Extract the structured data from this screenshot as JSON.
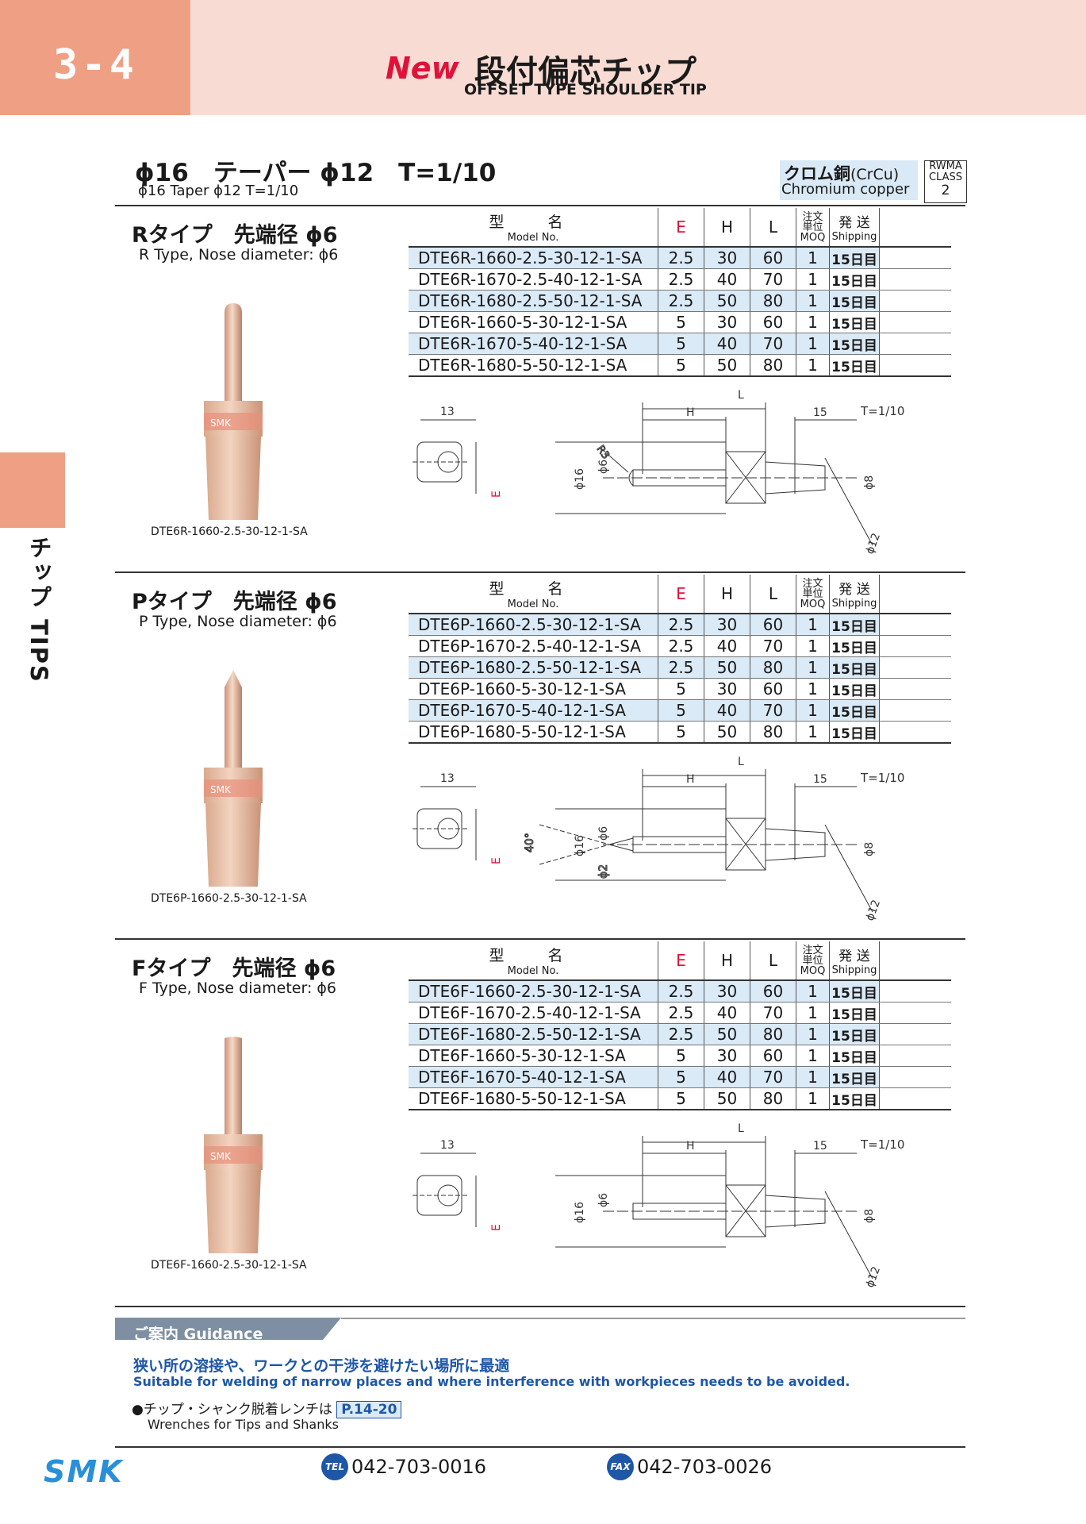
{
  "header": {
    "section_number": "3-4",
    "new_label": "New",
    "title_jp": "段付偏芯チップ",
    "title_en": "OFFSET TYPE SHOULDER TIP"
  },
  "side_tab": {
    "label": "チップ TIPS"
  },
  "spec": {
    "title_jp": "ϕ16　テーパー ϕ12　T=1/10",
    "title_en": "ϕ16 Taper ϕ12 T=1/10",
    "material_jp": "クロム銅",
    "material_symbol": "(CrCu)",
    "material_en": "Chromium copper",
    "rwma_line1": "RWMA",
    "rwma_line2": "CLASS",
    "rwma_class": "2"
  },
  "table_headers": {
    "model_jp": "型　名",
    "model_en": "Model No.",
    "e": "E",
    "h": "H",
    "l": "L",
    "moq_jp1": "注文",
    "moq_jp2": "単位",
    "moq_en": "MOQ",
    "ship_jp": "発 送",
    "ship_en": "Shipping"
  },
  "sections": [
    {
      "title_jp": "Rタイプ　先端径 ϕ6",
      "title_en": "R Type, Nose diameter: ϕ6",
      "caption": "DTE6R-1660-2.5-30-12-1-SA",
      "rows": [
        {
          "model": "DTE6R-1660-2.5-30-12-1-SA",
          "e": "2.5",
          "h": "30",
          "l": "60",
          "moq": "1",
          "ship": "15日目"
        },
        {
          "model": "DTE6R-1670-2.5-40-12-1-SA",
          "e": "2.5",
          "h": "40",
          "l": "70",
          "moq": "1",
          "ship": "15日目"
        },
        {
          "model": "DTE6R-1680-2.5-50-12-1-SA",
          "e": "2.5",
          "h": "50",
          "l": "80",
          "moq": "1",
          "ship": "15日目"
        },
        {
          "model": "DTE6R-1660-5-30-12-1-SA",
          "e": "5",
          "h": "30",
          "l": "60",
          "moq": "1",
          "ship": "15日目"
        },
        {
          "model": "DTE6R-1670-5-40-12-1-SA",
          "e": "5",
          "h": "40",
          "l": "70",
          "moq": "1",
          "ship": "15日目"
        },
        {
          "model": "DTE6R-1680-5-50-12-1-SA",
          "e": "5",
          "h": "50",
          "l": "80",
          "moq": "1",
          "ship": "15日目"
        }
      ],
      "dims": {
        "l": "L",
        "h": "H",
        "d15": "15",
        "taper": "T=1/10",
        "d13": "13",
        "e": "E",
        "d16": "ϕ16",
        "d6": "ϕ6",
        "d8": "ϕ8",
        "d12": "ϕ12",
        "nose": "R3"
      }
    },
    {
      "title_jp": "Pタイプ　先端径 ϕ6",
      "title_en": "P Type, Nose diameter: ϕ6",
      "caption": "DTE6P-1660-2.5-30-12-1-SA",
      "rows": [
        {
          "model": "DTE6P-1660-2.5-30-12-1-SA",
          "e": "2.5",
          "h": "30",
          "l": "60",
          "moq": "1",
          "ship": "15日目"
        },
        {
          "model": "DTE6P-1670-2.5-40-12-1-SA",
          "e": "2.5",
          "h": "40",
          "l": "70",
          "moq": "1",
          "ship": "15日目"
        },
        {
          "model": "DTE6P-1680-2.5-50-12-1-SA",
          "e": "2.5",
          "h": "50",
          "l": "80",
          "moq": "1",
          "ship": "15日目"
        },
        {
          "model": "DTE6P-1660-5-30-12-1-SA",
          "e": "5",
          "h": "30",
          "l": "60",
          "moq": "1",
          "ship": "15日目"
        },
        {
          "model": "DTE6P-1670-5-40-12-1-SA",
          "e": "5",
          "h": "40",
          "l": "70",
          "moq": "1",
          "ship": "15日目"
        },
        {
          "model": "DTE6P-1680-5-50-12-1-SA",
          "e": "5",
          "h": "50",
          "l": "80",
          "moq": "1",
          "ship": "15日目"
        }
      ],
      "dims": {
        "l": "L",
        "h": "H",
        "d15": "15",
        "taper": "T=1/10",
        "d13": "13",
        "e": "E",
        "d16": "ϕ16",
        "d6": "ϕ6",
        "d8": "ϕ8",
        "d12": "ϕ12",
        "angle": "40°",
        "d2": "ϕ2"
      }
    },
    {
      "title_jp": "Fタイプ　先端径 ϕ6",
      "title_en": "F Type, Nose diameter: ϕ6",
      "caption": "DTE6F-1660-2.5-30-12-1-SA",
      "rows": [
        {
          "model": "DTE6F-1660-2.5-30-12-1-SA",
          "e": "2.5",
          "h": "30",
          "l": "60",
          "moq": "1",
          "ship": "15日目"
        },
        {
          "model": "DTE6F-1670-2.5-40-12-1-SA",
          "e": "2.5",
          "h": "40",
          "l": "70",
          "moq": "1",
          "ship": "15日目"
        },
        {
          "model": "DTE6F-1680-2.5-50-12-1-SA",
          "e": "2.5",
          "h": "50",
          "l": "80",
          "moq": "1",
          "ship": "15日目"
        },
        {
          "model": "DTE6F-1660-5-30-12-1-SA",
          "e": "5",
          "h": "30",
          "l": "60",
          "moq": "1",
          "ship": "15日目"
        },
        {
          "model": "DTE6F-1670-5-40-12-1-SA",
          "e": "5",
          "h": "40",
          "l": "70",
          "moq": "1",
          "ship": "15日目"
        },
        {
          "model": "DTE6F-1680-5-50-12-1-SA",
          "e": "5",
          "h": "50",
          "l": "80",
          "moq": "1",
          "ship": "15日目"
        }
      ],
      "dims": {
        "l": "L",
        "h": "H",
        "d15": "15",
        "taper": "T=1/10",
        "d13": "13",
        "e": "E",
        "d16": "ϕ16",
        "d6": "ϕ6",
        "d8": "ϕ8",
        "d12": "ϕ12"
      }
    }
  ],
  "guidance": {
    "title": "ご案内 Guidance",
    "text_jp": "狭い所の溶接や、ワークとの干渉を避けたい場所に最適",
    "text_en": "Suitable for welding of narrow places and where interference with workpieces needs to be avoided.",
    "ref_jp": "●チップ・シャンク脱着レンチは",
    "ref_page": "P.14-20",
    "ref_en": "Wrenches for Tips and Shanks"
  },
  "footer": {
    "logo": "SMK",
    "tel_label": "TEL",
    "tel": "042-703-0016",
    "fax_label": "FAX",
    "fax": "042-703-0026"
  },
  "colors": {
    "header_bg": "#f8dcd3",
    "accent_salmon": "#ef9f83",
    "new_red": "#e0123a",
    "table_blue": "#dbeaf7",
    "brand_blue": "#1e56a8",
    "copper": "#e9b99a"
  }
}
